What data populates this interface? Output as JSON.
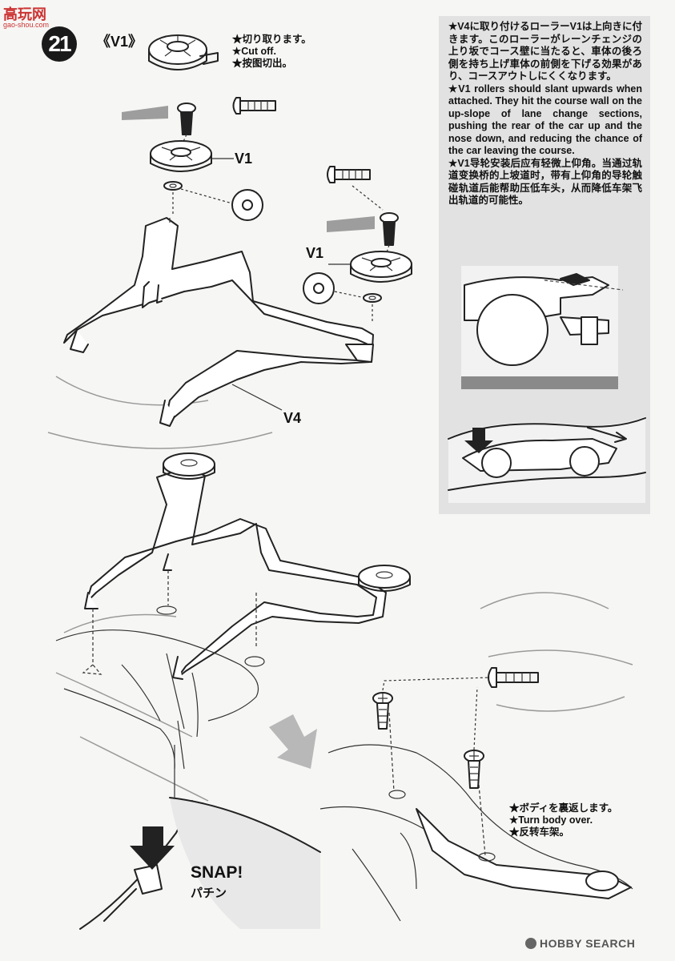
{
  "watermark": {
    "logo": "高玩网",
    "url": "gao-shou.com"
  },
  "step": {
    "number": "21"
  },
  "subpart": {
    "label": "《V1》"
  },
  "cut_note": {
    "ja": "★切り取ります。",
    "en": "★Cut off.",
    "zh": "★按图切出。"
  },
  "parts": {
    "v1_left": "V1",
    "v1_right": "V1",
    "v4": "V4"
  },
  "info": {
    "ja": "★V4に取り付けるローラーV1は上向きに付きます。このローラーがレーンチェンジの上り坂でコース壁に当たると、車体の後ろ側を持ち上げ車体の前側を下げる効果があり、コースアウトしにくくなります。",
    "en": "★V1 rollers should slant upwards when attached. They hit the course wall on the up-slope of lane change sections, pushing the rear of the car up and the nose down, and reducing the chance of the car leaving the course.",
    "zh": "★V1导轮安装后应有轻微上仰角。当通过轨道变换桥的上坡道时，带有上仰角的导轮触碰轨道后能帮助压低车头，从而降低车架飞出轨道的可能性。"
  },
  "snap": {
    "en": "SNAP!",
    "ja": "パチン"
  },
  "turn_note": {
    "ja": "★ボディを裏返します。",
    "en": "★Turn body over.",
    "zh": "★反转车架。"
  },
  "footer": {
    "brand": "HOBBY SEARCH"
  },
  "colors": {
    "background": "#f6f6f4",
    "info_box": "#e2e2e2",
    "badge": "#1a1a1a",
    "watermark": "#cc3333"
  }
}
